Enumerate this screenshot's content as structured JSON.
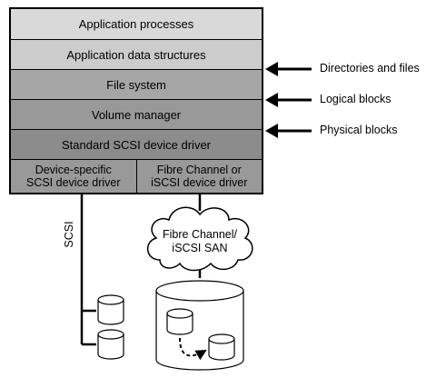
{
  "layers": [
    {
      "label": "Application processes",
      "fill": "#d9d9d9"
    },
    {
      "label": "Application data structures",
      "fill": "#cccccc"
    },
    {
      "label": "File system",
      "fill": "#a6a6a6"
    },
    {
      "label": "Volume manager",
      "fill": "#999999"
    },
    {
      "label": "Standard SCSI device driver",
      "fill": "#8c8c8c"
    }
  ],
  "drivers": {
    "left": "Device-specific\nSCSI device driver",
    "right": "Fibre Channel or\niSCSI device driver",
    "fill": "#999999"
  },
  "annotations": [
    "Directories and files",
    "Logical blocks",
    "Physical blocks"
  ],
  "bus_label": "SCSI",
  "san_label": {
    "line1": "Fibre Channel/",
    "line2": "iSCSI SAN"
  }
}
